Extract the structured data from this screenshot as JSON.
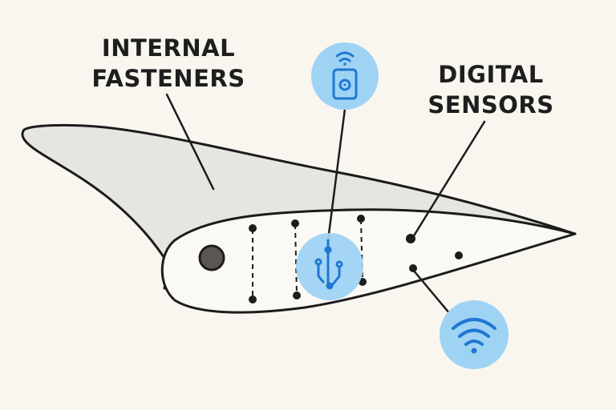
{
  "labels": {
    "fasteners_line1": "INTERNAL",
    "fasteners_line2": "FASTENERS",
    "sensors_line1": "DIGITAL",
    "sensors_line2": "SENSORS"
  },
  "colors": {
    "background": "#f9f6f0",
    "outline": "#1c1c1c",
    "blade_fill": "#e6e5e1",
    "section_fill": "#fbf9f4",
    "badge_fill": "#9fd3f4",
    "badge_icon": "#1f78d1",
    "hub_fill": "#5b5651"
  },
  "icons": {
    "top_badge": "wireless-sensor-device-icon",
    "center_badge": "circuit-probe-icon",
    "bottom_badge": "wifi-icon"
  }
}
